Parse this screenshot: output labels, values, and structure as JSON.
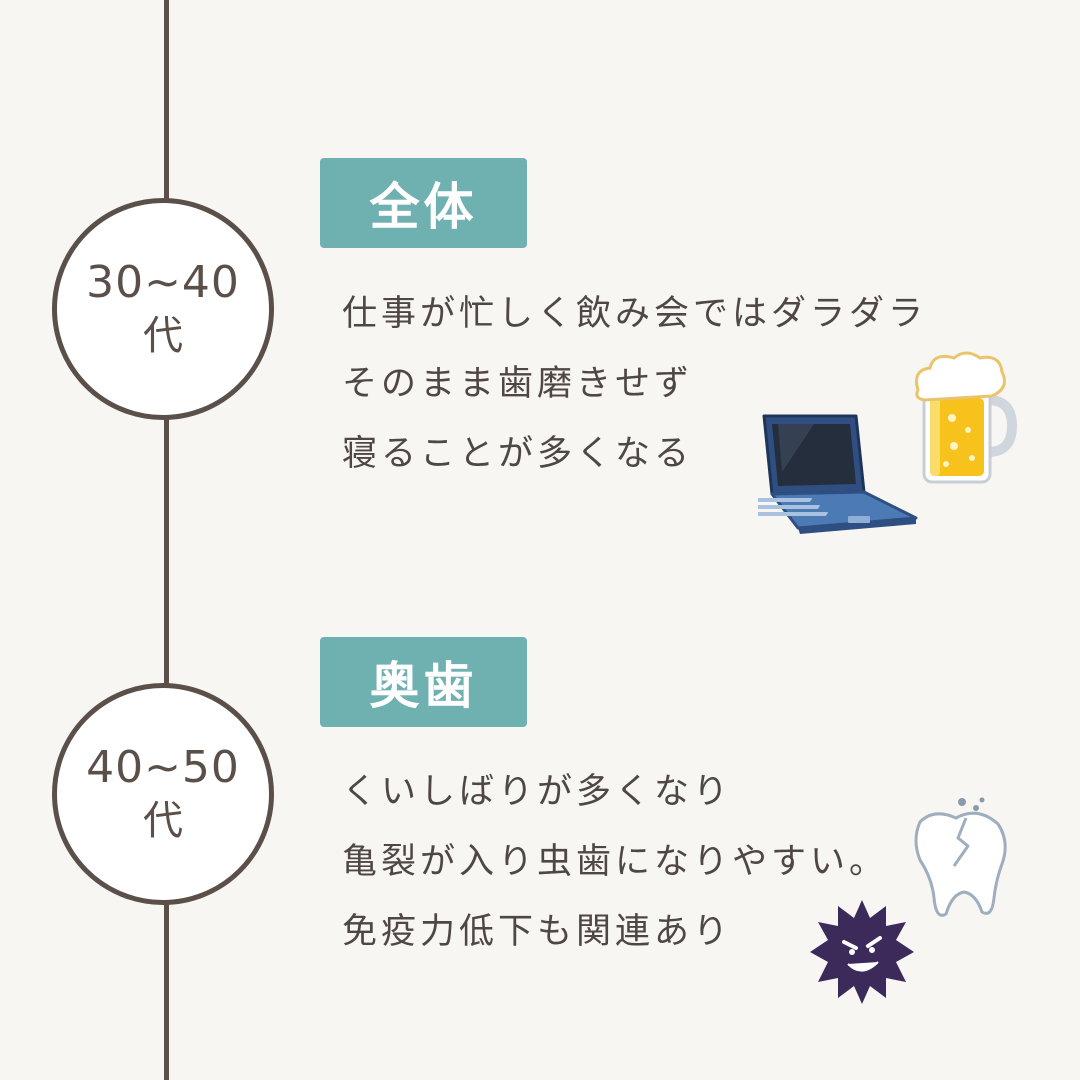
{
  "sections": [
    {
      "age_range": "30~40",
      "age_suffix": "代",
      "tag": "全体",
      "lines": [
        "仕事が忙しく飲み会ではダラダラ",
        "そのまま歯磨きせず",
        "寝ることが多くなる"
      ],
      "icons": [
        "laptop-icon",
        "beer-mug-icon"
      ]
    },
    {
      "age_range": "40~50",
      "age_suffix": "代",
      "tag": "奥歯",
      "lines": [
        "くいしばりが多くなり",
        "亀裂が入り虫歯になりやすい。",
        "免疫力低下も関連あり"
      ],
      "icons": [
        "cracked-tooth-icon",
        "germ-icon"
      ]
    }
  ],
  "colors": {
    "background": "#f7f6f3",
    "line": "#5b5049",
    "tag": "#6fb0b1",
    "text": "#4f4743"
  }
}
